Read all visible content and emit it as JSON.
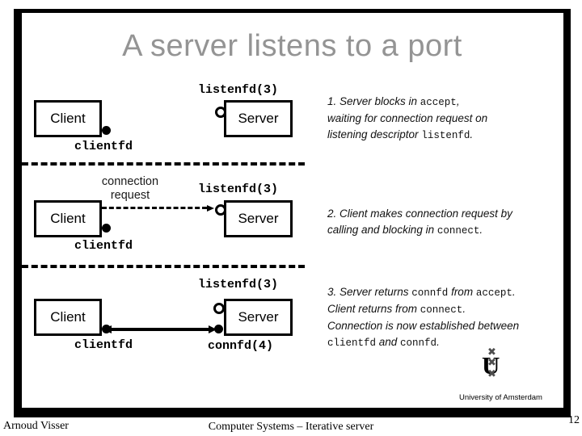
{
  "title": "A server listens to a port",
  "colors": {
    "title_gray": "#949494",
    "line_black": "#000000",
    "logo_cross_gray": "#4d4d4d",
    "background": "#ffffff"
  },
  "diagram": {
    "client_label": "Client",
    "server_label": "Server",
    "clientfd_label": "clientfd",
    "listenfd_label": "listenfd(3)",
    "connfd_label": "connfd(4)",
    "connection_request_label": "connection request"
  },
  "steps": [
    {
      "lines": [
        {
          "parts": [
            {
              "text": "1. Server blocks in "
            },
            {
              "text": "accept",
              "mono": true
            },
            {
              "text": ","
            }
          ]
        },
        {
          "parts": [
            {
              "text": "waiting for connection request on"
            }
          ]
        },
        {
          "parts": [
            {
              "text": "listening descriptor "
            },
            {
              "text": "listenfd",
              "mono": true
            },
            {
              "text": "."
            }
          ]
        }
      ]
    },
    {
      "lines": [
        {
          "parts": [
            {
              "text": "2. Client makes connection request by"
            }
          ]
        },
        {
          "parts": [
            {
              "text": "calling and blocking in "
            },
            {
              "text": "connect",
              "mono": true
            },
            {
              "text": "."
            }
          ]
        }
      ]
    },
    {
      "lines": [
        {
          "parts": [
            {
              "text": "3. Server returns "
            },
            {
              "text": "connfd",
              "mono": true
            },
            {
              "text": " from "
            },
            {
              "text": "accept",
              "mono": true
            },
            {
              "text": "."
            }
          ]
        },
        {
          "parts": [
            {
              "text": "Client returns from "
            },
            {
              "text": "connect",
              "mono": true
            },
            {
              "text": "."
            }
          ]
        },
        {
          "parts": [
            {
              "text": "Connection is now established between"
            }
          ]
        },
        {
          "parts": [
            {
              "text": "clientfd",
              "mono": true
            },
            {
              "text": " and "
            },
            {
              "text": "connfd",
              "mono": true
            },
            {
              "text": "."
            }
          ]
        }
      ]
    }
  ],
  "logo": {
    "u_letter": "U",
    "cross_glyph": "✖",
    "institution": "University of Amsterdam"
  },
  "footer": {
    "author": "Arnoud Visser",
    "course": "Computer Systems – Iterative server",
    "page_number": "12"
  }
}
